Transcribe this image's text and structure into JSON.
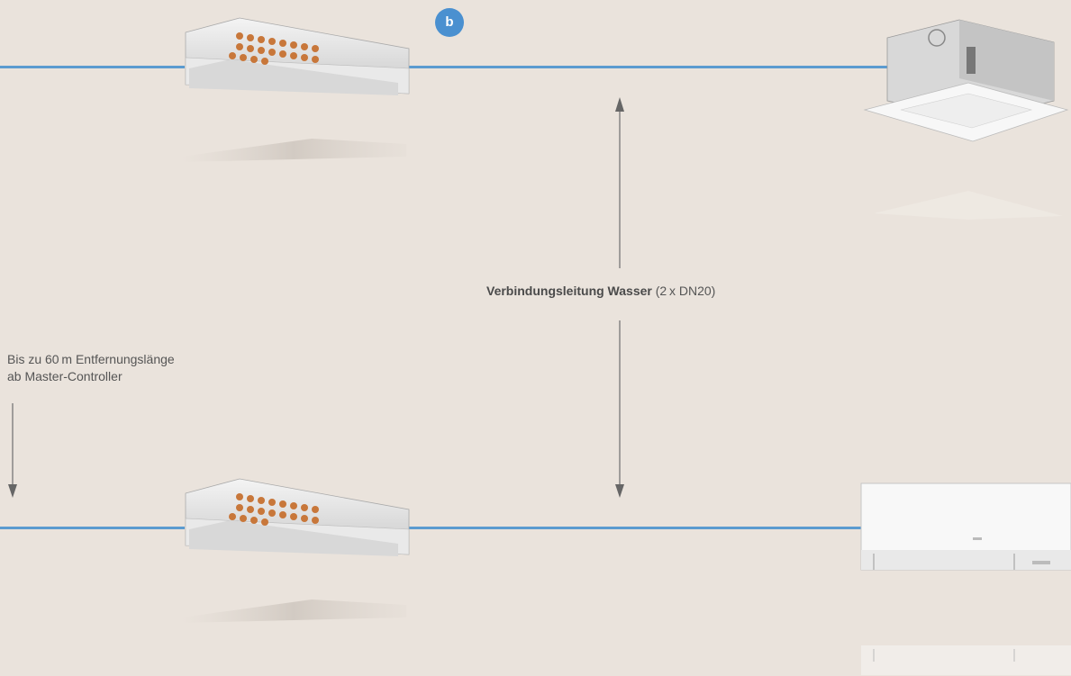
{
  "badge": {
    "letter": "b",
    "color": "#4a90d0"
  },
  "pipe_color": "#5b9bd0",
  "water_line": {
    "bold": "Verbindungsleitung Wasser",
    "rest": " (2 x DN20)"
  },
  "distance_note": {
    "line1": "Bis zu 60 m Entfernungslänge",
    "line2": "ab Master-Controller"
  },
  "units": {
    "top_controller": "ducted-controller",
    "bottom_controller": "ducted-controller",
    "top_indoor": "ceiling-cassette",
    "bottom_indoor": "wall-split"
  }
}
